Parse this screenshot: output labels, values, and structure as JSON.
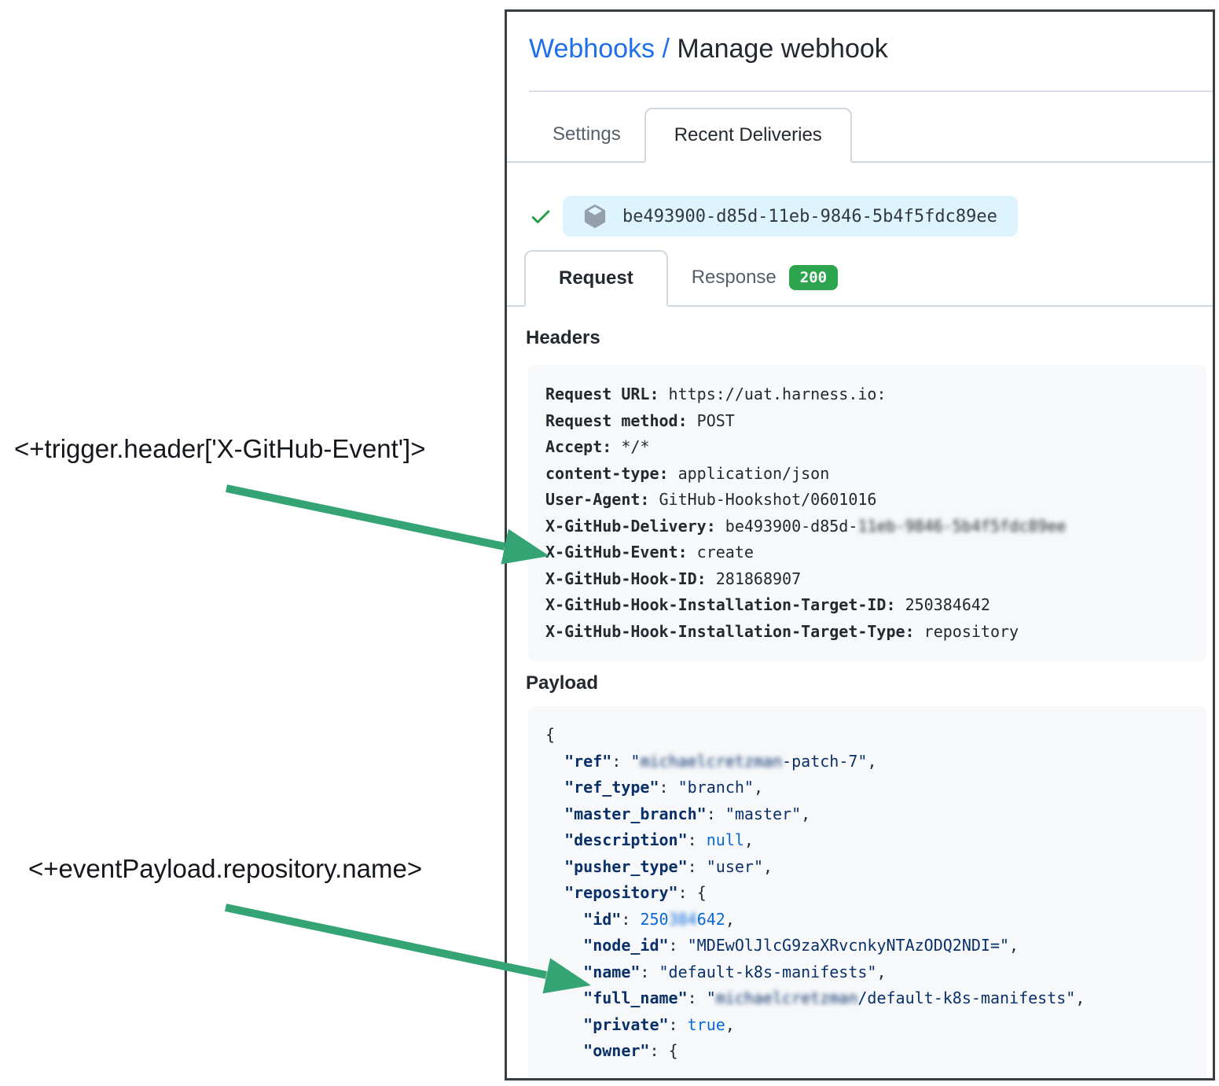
{
  "colors": {
    "accent_blue": "#1f6feb",
    "text_dark": "#24292f",
    "text_muted": "#57606a",
    "border": "#d0d7de",
    "panel_border": "#383d42",
    "box_bg": "#f6f8fa",
    "pill_bg": "#ddf4ff",
    "badge_green": "#2da44e",
    "check_green": "#1f9d45",
    "arrow_green": "#34a474",
    "code_navy": "#0a3069",
    "code_blue": "#0969da",
    "icon_gray": "#959eab"
  },
  "page": {
    "breadcrumb": {
      "link_label": "Webhooks /",
      "current": "Manage webhook"
    },
    "tabs": [
      {
        "label": "Settings",
        "active": false
      },
      {
        "label": "Recent Deliveries",
        "active": true
      }
    ],
    "delivery": {
      "guid": "be493900-d85d-11eb-9846-5b4f5fdc89ee"
    },
    "subtabs": {
      "request_label": "Request",
      "response_label": "Response",
      "response_status": "200"
    },
    "headers_section": {
      "title": "Headers",
      "rows": [
        {
          "label": "Request URL:",
          "value": [
            {
              "text": "https://uat.harness.io:"
            }
          ]
        },
        {
          "label": "Request method:",
          "value": [
            {
              "text": "POST"
            }
          ]
        },
        {
          "label": "Accept:",
          "value": [
            {
              "text": "*/*"
            }
          ]
        },
        {
          "label": "content-type:",
          "value": [
            {
              "text": "application/json"
            }
          ]
        },
        {
          "label": "User-Agent:",
          "value": [
            {
              "text": "GitHub-Hookshot/0601016"
            }
          ]
        },
        {
          "label": "X-GitHub-Delivery:",
          "value": [
            {
              "text": "be493900-d85d-"
            },
            {
              "text": "11eb-9846-5b4f5fdc89ee",
              "redacted": true
            }
          ]
        },
        {
          "label": "X-GitHub-Event:",
          "value": [
            {
              "text": "create"
            }
          ]
        },
        {
          "label": "X-GitHub-Hook-ID:",
          "value": [
            {
              "text": "281868907"
            }
          ]
        },
        {
          "label": "X-GitHub-Hook-Installation-Target-ID:",
          "value": [
            {
              "text": "250384642"
            }
          ]
        },
        {
          "label": "X-GitHub-Hook-Installation-Target-Type:",
          "value": [
            {
              "text": "repository"
            }
          ]
        }
      ]
    },
    "payload_section": {
      "title": "Payload",
      "lines": [
        [
          {
            "text": "{",
            "cls": "pt"
          }
        ],
        [
          {
            "text": "  ",
            "cls": "pt"
          },
          {
            "text": "\"ref\"",
            "cls": "key"
          },
          {
            "text": ": ",
            "cls": "pt"
          },
          {
            "text": "\"",
            "cls": "str"
          },
          {
            "text": "michaelcretzman",
            "cls": "str",
            "redacted": true
          },
          {
            "text": "-patch-7\"",
            "cls": "str"
          },
          {
            "text": ",",
            "cls": "pt"
          }
        ],
        [
          {
            "text": "  ",
            "cls": "pt"
          },
          {
            "text": "\"ref_type\"",
            "cls": "key"
          },
          {
            "text": ": ",
            "cls": "pt"
          },
          {
            "text": "\"branch\"",
            "cls": "str"
          },
          {
            "text": ",",
            "cls": "pt"
          }
        ],
        [
          {
            "text": "  ",
            "cls": "pt"
          },
          {
            "text": "\"master_branch\"",
            "cls": "key"
          },
          {
            "text": ": ",
            "cls": "pt"
          },
          {
            "text": "\"master\"",
            "cls": "str"
          },
          {
            "text": ",",
            "cls": "pt"
          }
        ],
        [
          {
            "text": "  ",
            "cls": "pt"
          },
          {
            "text": "\"description\"",
            "cls": "key"
          },
          {
            "text": ": ",
            "cls": "pt"
          },
          {
            "text": "null",
            "cls": "const"
          },
          {
            "text": ",",
            "cls": "pt"
          }
        ],
        [
          {
            "text": "  ",
            "cls": "pt"
          },
          {
            "text": "\"pusher_type\"",
            "cls": "key"
          },
          {
            "text": ": ",
            "cls": "pt"
          },
          {
            "text": "\"user\"",
            "cls": "str"
          },
          {
            "text": ",",
            "cls": "pt"
          }
        ],
        [
          {
            "text": "  ",
            "cls": "pt"
          },
          {
            "text": "\"repository\"",
            "cls": "key"
          },
          {
            "text": ": ",
            "cls": "pt"
          },
          {
            "text": "{",
            "cls": "pt"
          }
        ],
        [
          {
            "text": "    ",
            "cls": "pt"
          },
          {
            "text": "\"id\"",
            "cls": "key"
          },
          {
            "text": ": ",
            "cls": "pt"
          },
          {
            "text": "250",
            "cls": "const"
          },
          {
            "text": "384",
            "cls": "const",
            "redacted": true
          },
          {
            "text": "642",
            "cls": "const"
          },
          {
            "text": ",",
            "cls": "pt"
          }
        ],
        [
          {
            "text": "    ",
            "cls": "pt"
          },
          {
            "text": "\"node_id\"",
            "cls": "key"
          },
          {
            "text": ": ",
            "cls": "pt"
          },
          {
            "text": "\"MDEwOlJlcG9zaXRvcnkyNTAzODQ2NDI=\"",
            "cls": "str"
          },
          {
            "text": ",",
            "cls": "pt"
          }
        ],
        [
          {
            "text": "    ",
            "cls": "pt"
          },
          {
            "text": "\"name\"",
            "cls": "key"
          },
          {
            "text": ": ",
            "cls": "pt"
          },
          {
            "text": "\"default-k8s-manifests\"",
            "cls": "str"
          },
          {
            "text": ",",
            "cls": "pt"
          }
        ],
        [
          {
            "text": "    ",
            "cls": "pt"
          },
          {
            "text": "\"full_name\"",
            "cls": "key"
          },
          {
            "text": ": ",
            "cls": "pt"
          },
          {
            "text": "\"",
            "cls": "str"
          },
          {
            "text": "michaelcretzman",
            "cls": "str",
            "redacted": true
          },
          {
            "text": "/default-k8s-manifests\"",
            "cls": "str"
          },
          {
            "text": ",",
            "cls": "pt"
          }
        ],
        [
          {
            "text": "    ",
            "cls": "pt"
          },
          {
            "text": "\"private\"",
            "cls": "key"
          },
          {
            "text": ": ",
            "cls": "pt"
          },
          {
            "text": "true",
            "cls": "const"
          },
          {
            "text": ",",
            "cls": "pt"
          }
        ],
        [
          {
            "text": "    ",
            "cls": "pt"
          },
          {
            "text": "\"owner\"",
            "cls": "key"
          },
          {
            "text": ": ",
            "cls": "pt"
          },
          {
            "text": "{",
            "cls": "pt"
          }
        ]
      ]
    }
  },
  "annotations": {
    "trigger_header": "<+trigger.header['X-GitHub-Event']>",
    "event_payload": "<+eventPayload.repository.name>"
  }
}
